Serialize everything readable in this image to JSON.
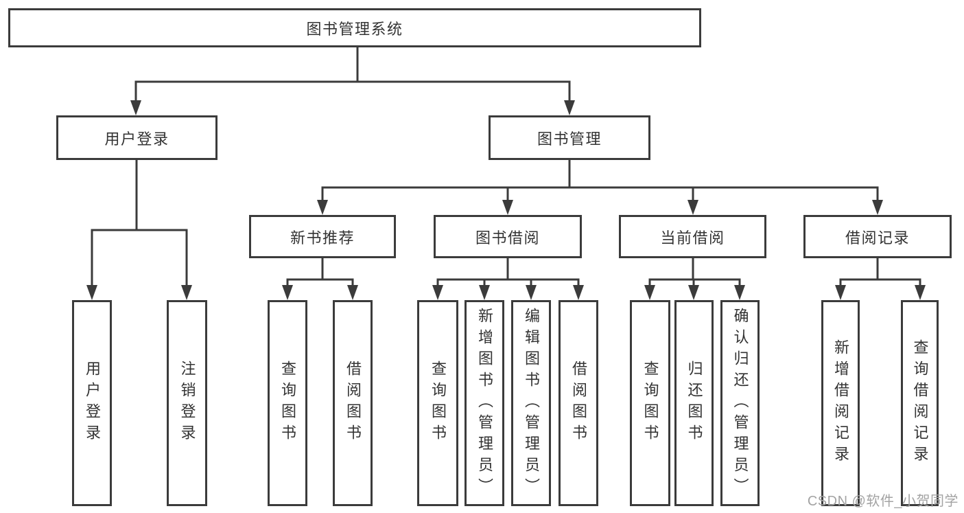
{
  "root": {
    "label": "图书管理系统"
  },
  "level2": [
    {
      "label": "用户登录"
    },
    {
      "label": "图书管理"
    }
  ],
  "level3": [
    {
      "label": "新书推荐"
    },
    {
      "label": "图书借阅"
    },
    {
      "label": "当前借阅"
    },
    {
      "label": "借阅记录"
    }
  ],
  "level4": [
    {
      "label": "用户登录",
      "parent": "用户登录"
    },
    {
      "label": "注销登录",
      "parent": "用户登录"
    },
    {
      "label": "查询图书",
      "parent": "新书推荐"
    },
    {
      "label": "借阅图书",
      "parent": "新书推荐"
    },
    {
      "label": "查询图书",
      "parent": "图书借阅"
    },
    {
      "label": "新增图书（管理员）",
      "parent": "图书借阅"
    },
    {
      "label": "编辑图书（管理员）",
      "parent": "图书借阅"
    },
    {
      "label": "借阅图书",
      "parent": "图书借阅"
    },
    {
      "label": "查询图书",
      "parent": "当前借阅"
    },
    {
      "label": "归还图书",
      "parent": "当前借阅"
    },
    {
      "label": "确认归还（管理员）",
      "parent": "当前借阅"
    },
    {
      "label": "新增借阅记录",
      "parent": "借阅记录"
    },
    {
      "label": "查询借阅记录",
      "parent": "借阅记录"
    }
  ],
  "watermark": {
    "text": "CSDN @软件_小贺同学"
  },
  "colors": {
    "line": "#3b3b3b",
    "text": "#333333",
    "watermark": "#a3a3a3",
    "background": "#ffffff"
  }
}
